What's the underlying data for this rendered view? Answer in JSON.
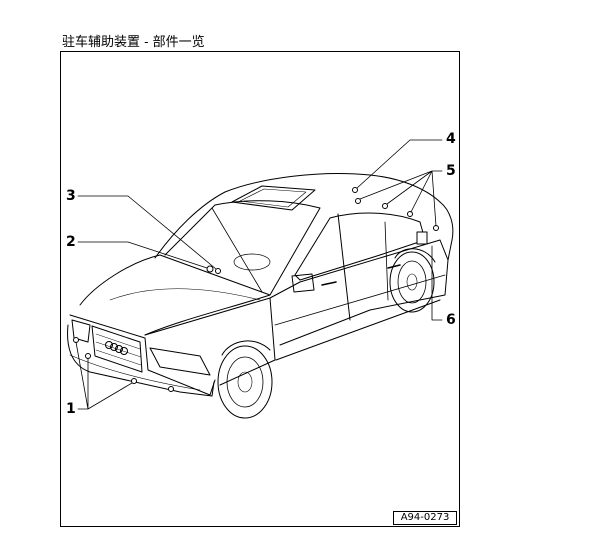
{
  "document": {
    "title": "驻车辅助装置 - 部件一览",
    "figure_id": "A94-0273"
  },
  "figure": {
    "subject": "car-three-quarter-front-view",
    "callouts": [
      {
        "label": "1",
        "target": "front-bumper-sensors"
      },
      {
        "label": "2",
        "target": "interior-component-lower"
      },
      {
        "label": "3",
        "target": "interior-component-upper"
      },
      {
        "label": "4",
        "target": "rear-roof-component"
      },
      {
        "label": "5",
        "target": "rear-components-group"
      },
      {
        "label": "6",
        "target": "rear-side-component"
      }
    ]
  }
}
